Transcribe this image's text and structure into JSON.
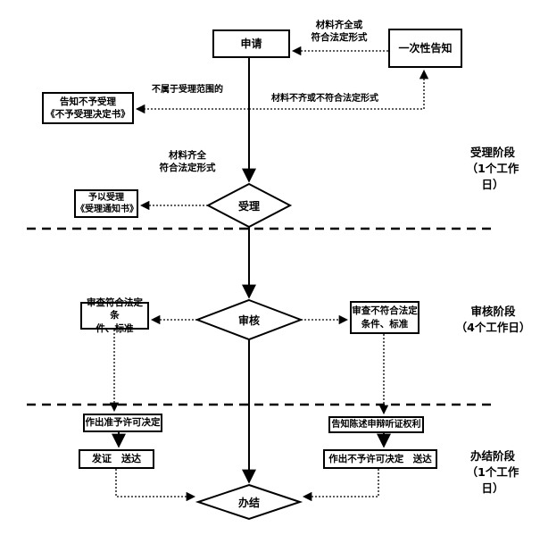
{
  "flow": {
    "nodes": {
      "apply": "申请",
      "one_time_notice": "一次性告知",
      "reject_notice": "告知不予受理\n《不予受理决定书》",
      "accept_notice": "予以受理\n《受理通知书》",
      "accept": "受理",
      "review": "审核",
      "review_pass": "审查符合法定条\n件、标准",
      "review_fail": "审查不符合法定\n条件、标准",
      "grant_decision": "作出准予许可决定",
      "issue_deliver": "发证　送达",
      "hearing_rights": "告知陈述申辩听证权利",
      "deny_decision": "作出不予许可决定　送达",
      "finish": "办结"
    },
    "edge_labels": {
      "complete_or_legal": "材料齐全或\n符合法定形式",
      "not_in_scope": "不属于受理范围的",
      "incomplete_or_illegal": "材料不齐或不符合法定形式",
      "complete_legal": "材料齐全\n符合法定形式"
    },
    "stages": {
      "accept_stage": "受理阶段\n（1个工作\n日）",
      "review_stage": "审核阶段\n（4个工作日）",
      "finish_stage": "办结阶段\n（1个工作\n日）"
    },
    "colors": {
      "line": "#000000",
      "background": "#ffffff"
    }
  }
}
